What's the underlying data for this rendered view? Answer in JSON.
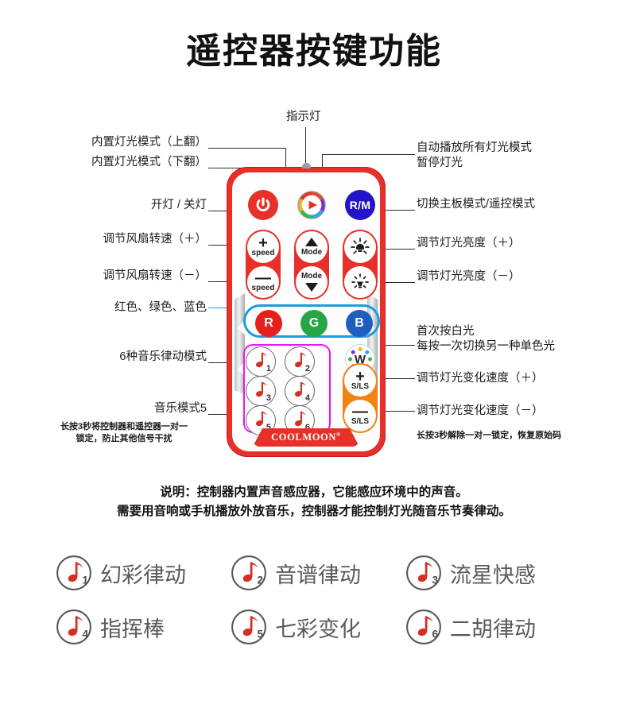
{
  "page": {
    "title": "遥控器按键功能"
  },
  "colors": {
    "body_red": "#e8302a",
    "rm_blue": "#2414c9",
    "rgb_outline_cyan": "#1a9ede",
    "music_outline_magenta": "#f312f3",
    "sls_orange": "#f08313",
    "legend_gray": "#5a5a5a"
  },
  "remote": {
    "brand": "COOLMOON",
    "brand_superscript": "®",
    "buttons": {
      "power": "",
      "autoplay": "",
      "rm": "R/M",
      "speed_plus_sign": "+",
      "speed_plus_label": "speed",
      "speed_minus_sign": "—",
      "speed_minus_label": "speed",
      "mode_up_label": "Mode",
      "mode_down_label": "Mode",
      "brightness_plus": "",
      "brightness_minus": "",
      "rgb_r": "R",
      "rgb_g": "G",
      "rgb_b": "B",
      "white": "W",
      "sls_plus_sign": "+",
      "sls_plus_label": "S/LS",
      "sls_minus_sign": "—",
      "sls_minus_label": "S/LS",
      "music_numbers": [
        "1",
        "2",
        "3",
        "4",
        "5",
        "6"
      ]
    }
  },
  "callouts": {
    "top_indicator": "指示灯",
    "left": [
      "内置灯光模式（上翻）",
      "内置灯光模式（下翻）",
      "开灯 / 关灯",
      "调节风扇转速（＋）",
      "调节风扇转速（－）",
      "红色、绿色、蓝色",
      "6种音乐律动模式",
      "音乐模式5"
    ],
    "left_note": "长按3秒将控制器和遥控器一对一\n锁定，防止其他信号干扰",
    "right": [
      "自动播放所有灯光模式\n暂停灯光",
      "切换主板模式/遥控模式",
      "调节灯光亮度（＋）",
      "调节灯光亮度（－）",
      "首次按白光\n每按一次切换另一种单色光",
      "调节灯光变化速度（＋）",
      "调节灯光变化速度（－）"
    ],
    "right_note": "长按3秒解除一对一锁定，恢复原始码"
  },
  "description": {
    "line1": "说明：控制器内置声音感应器，它能感应环境中的声音。",
    "line2": "需要用音响或手机播放外放音乐，控制器才能控制灯光随音乐节奏律动。"
  },
  "legend": {
    "items": [
      {
        "num": "1",
        "label": "幻彩律动"
      },
      {
        "num": "2",
        "label": "音谱律动"
      },
      {
        "num": "3",
        "label": "流星快感"
      },
      {
        "num": "4",
        "label": "指挥棒"
      },
      {
        "num": "5",
        "label": "七彩变化"
      },
      {
        "num": "6",
        "label": "二胡律动"
      }
    ]
  }
}
